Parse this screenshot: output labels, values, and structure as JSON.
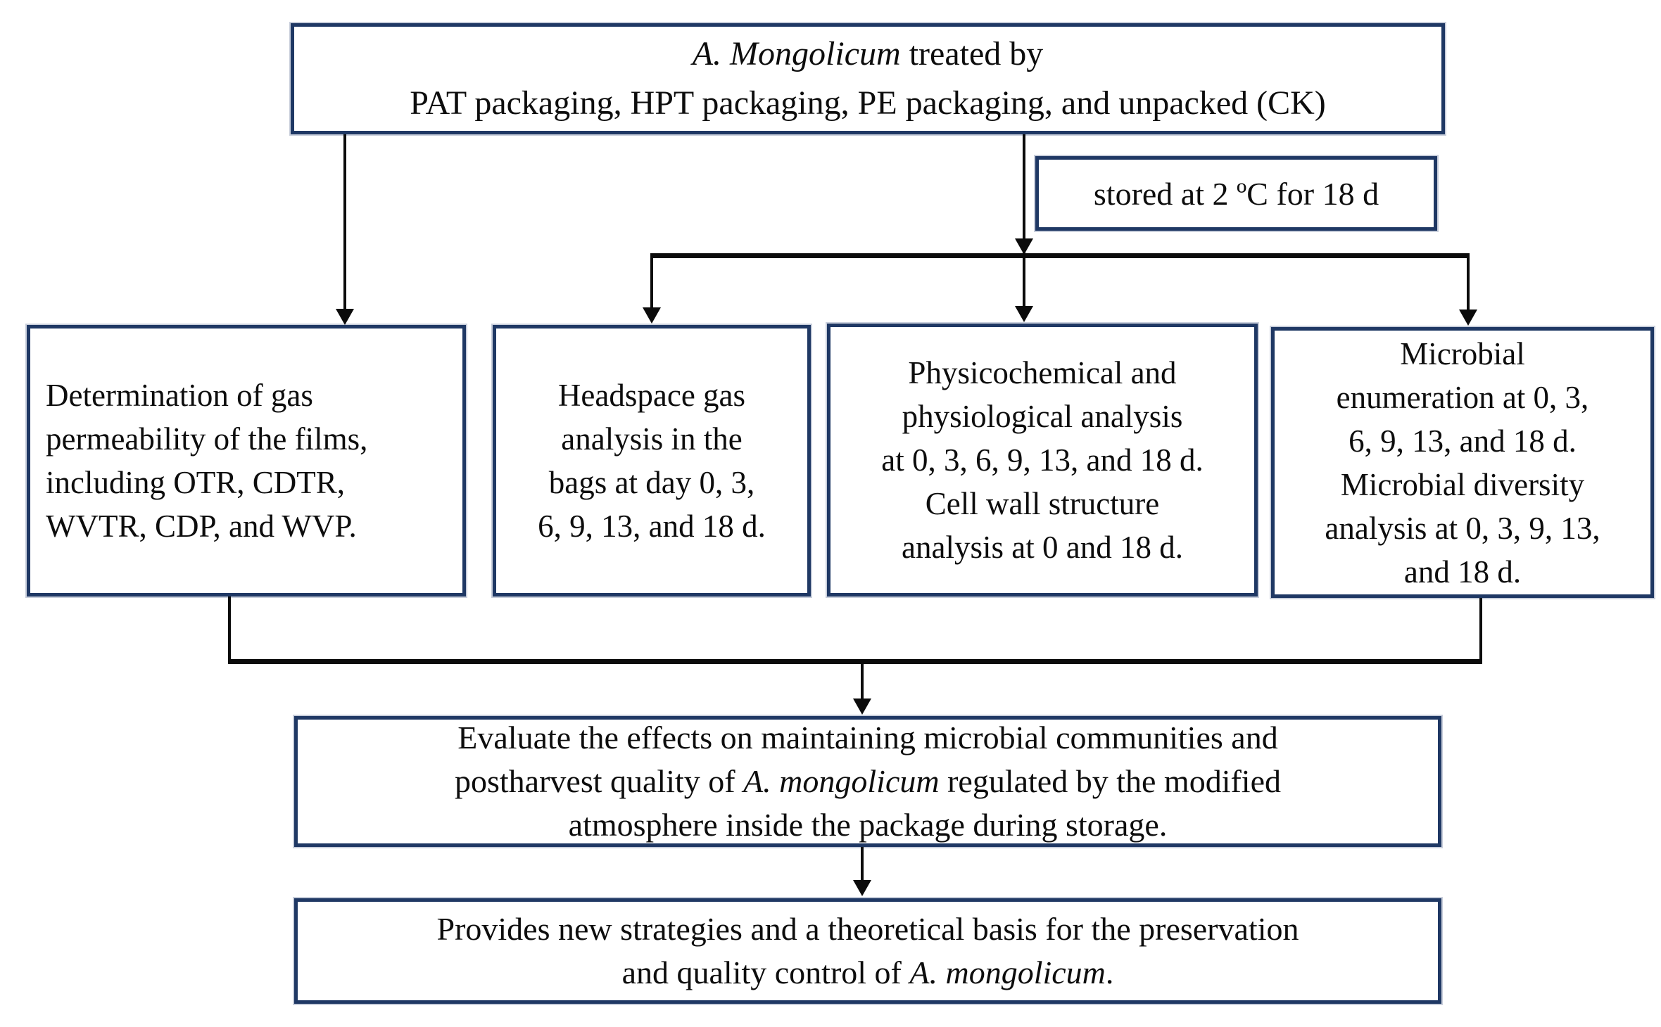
{
  "flowchart": {
    "colors": {
      "box_border": "#1f3864",
      "connector": "#0b0b0b",
      "background": "#ffffff",
      "text": "#0d0d0d"
    },
    "top_box": {
      "line1_italic": "A.  Mongolicum",
      "line1_rest": " treated by",
      "line2": "PAT packaging, HPT packaging, PE packaging, and unpacked (CK)"
    },
    "stored_box": {
      "text": "stored at 2 ºC for 18 d"
    },
    "films_box": {
      "text": "Determination of gas\npermeability of the films,\nincluding OTR, CDTR,\nWVTR, CDP, and WVP."
    },
    "headspace_box": {
      "text": "Headspace gas\nanalysis in the\nbags at day  0, 3,\n6, 9, 13, and 18 d."
    },
    "physicochemical_box": {
      "text": "Physicochemical and\nphysiological analysis\nat 0, 3, 6, 9, 13, and 18 d.\nCell wall structure\nanalysis at 0 and 18 d."
    },
    "microbial_box": {
      "text": "Microbial\nenumeration at 0, 3,\n6, 9, 13, and 18 d.\nMicrobial diversity\nanalysis at 0, 3, 9, 13,\nand 18 d."
    },
    "evaluate_box": {
      "line1": "Evaluate the effects on maintaining microbial communities and",
      "line2_pre": "postharvest quality of ",
      "line2_italic": "A. mongolicum",
      "line2_post": " regulated by the modified",
      "line3": "atmosphere inside the package during storage."
    },
    "provides_box": {
      "line1": "Provides new strategies and a theoretical basis for the preservation",
      "line2_pre": "and quality control of ",
      "line2_italic": "A. mongolicum",
      "line2_post": "."
    }
  }
}
